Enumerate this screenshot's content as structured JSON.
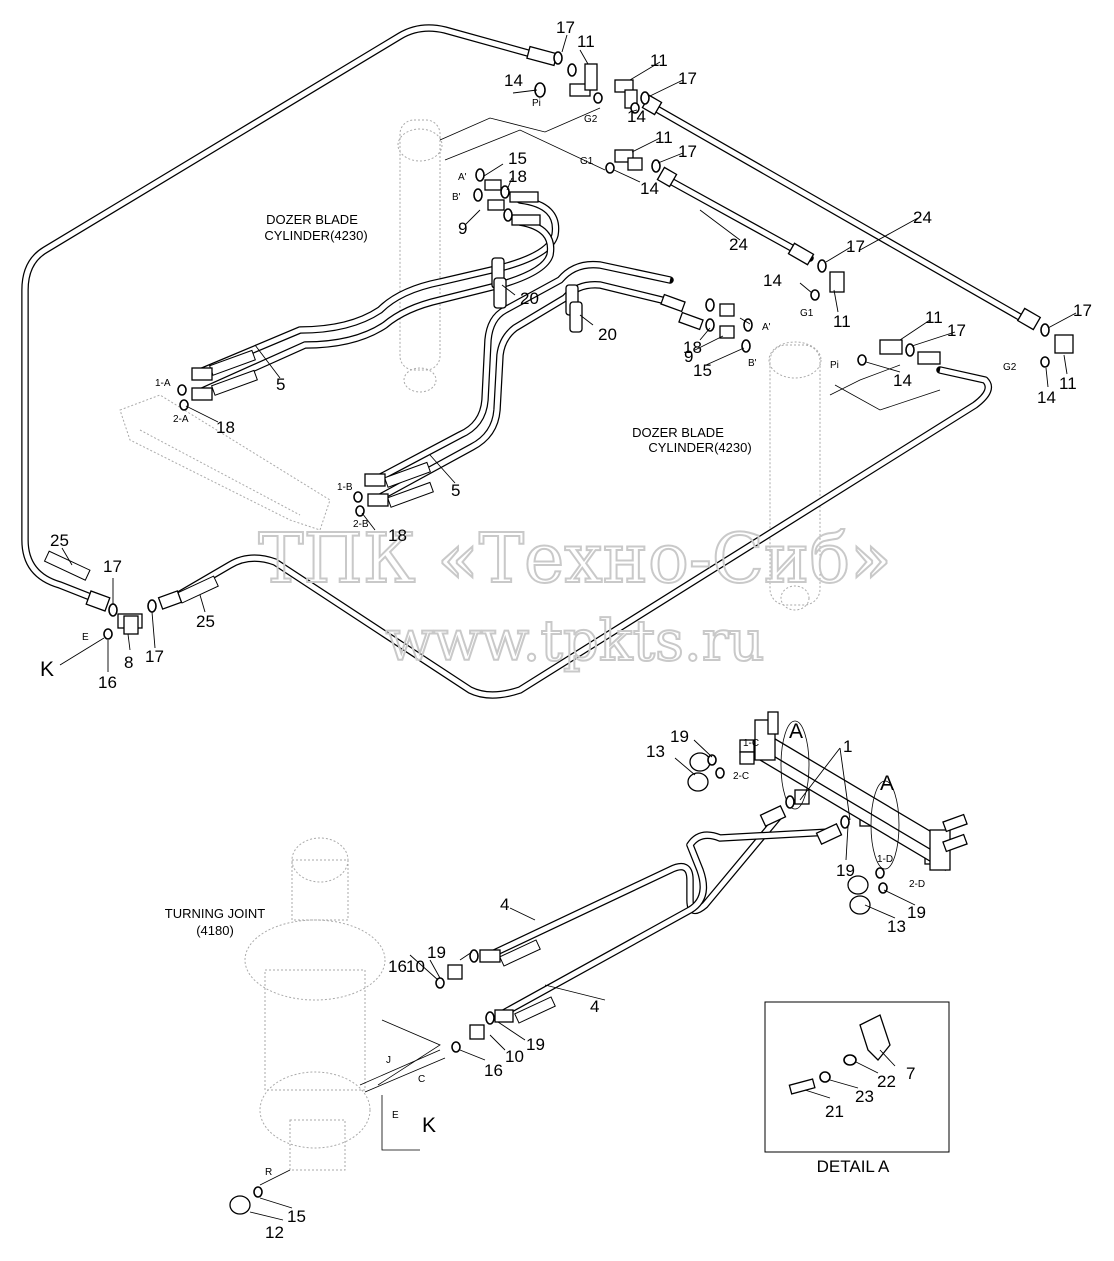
{
  "labels": {
    "dozer_left_line1": "DOZER BLADE",
    "dozer_left_line2": "CYLINDER(4230)",
    "dozer_right_line1": "DOZER BLADE",
    "dozer_right_line2": "CYLINDER(4230)",
    "turning_line1": "TURNING JOINT",
    "turning_line2": "(4180)",
    "detail_caption": "DETAIL A"
  },
  "watermark": {
    "line1": "ТПК «Техно-Сиб»",
    "line2": "www.tpkts.ru"
  },
  "part_numbers": {
    "p1": "1",
    "p4": "4",
    "p5": "5",
    "p7": "7",
    "p8": "8",
    "p9": "9",
    "p10": "10",
    "p11": "11",
    "p12": "12",
    "p13": "13",
    "p14": "14",
    "p15": "15",
    "p16": "16",
    "p17": "17",
    "p18": "18",
    "p19": "19",
    "p20": "20",
    "p21": "21",
    "p22": "22",
    "p23": "23",
    "p24": "24",
    "p25": "25"
  },
  "port_letters": {
    "A_detail": "A",
    "K": "K",
    "E": "E",
    "J": "J",
    "C": "C",
    "R": "R",
    "Pi": "Pi",
    "G1": "G1",
    "G2": "G2",
    "A_prime": "A'",
    "B_prime": "B'",
    "p1A": "1-A",
    "p2A": "2-A",
    "p1B": "1-B",
    "p2B": "2-B",
    "p1C": "1-C",
    "p2C": "2-C",
    "p1D": "1-D",
    "p2D": "2-D"
  }
}
